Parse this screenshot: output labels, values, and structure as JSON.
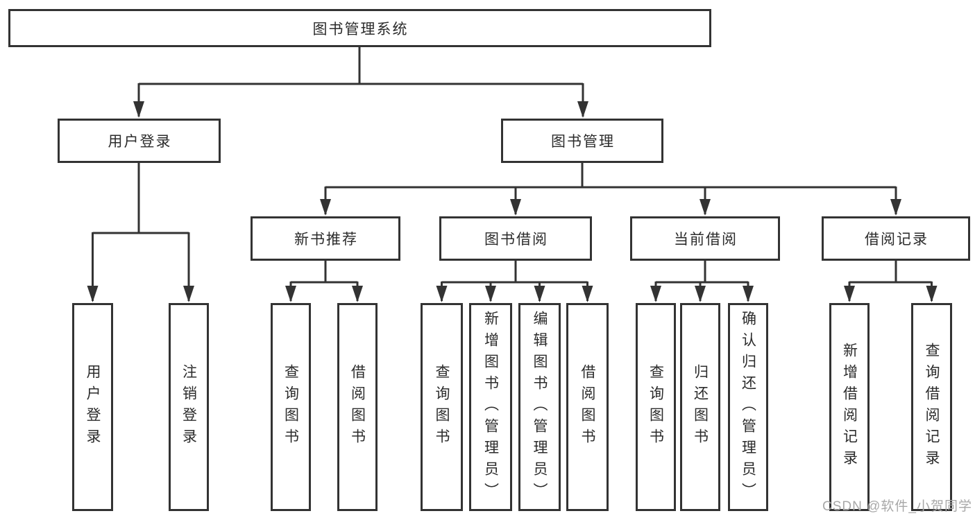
{
  "diagram": {
    "title": "图书管理系统",
    "watermark": "CSDN @软件_小贺同学",
    "colors": {
      "line": "#333333",
      "box_border": "#333333",
      "box_background": "#ffffff",
      "text": "#2b2b2b",
      "watermark": "#a8a8a8"
    },
    "tree": {
      "root": {
        "label": "图书管理系统",
        "children": [
          {
            "label": "用户登录",
            "children": [
              {
                "label": "用户登录"
              },
              {
                "label": "注销登录"
              }
            ]
          },
          {
            "label": "图书管理",
            "children": [
              {
                "label": "新书推荐",
                "children": [
                  {
                    "label": "查询图书"
                  },
                  {
                    "label": "借阅图书"
                  }
                ]
              },
              {
                "label": "图书借阅",
                "children": [
                  {
                    "label": "查询图书"
                  },
                  {
                    "label": "新增图书（管理员）"
                  },
                  {
                    "label": "编辑图书（管理员）"
                  },
                  {
                    "label": "借阅图书"
                  }
                ]
              },
              {
                "label": "当前借阅",
                "children": [
                  {
                    "label": "查询图书"
                  },
                  {
                    "label": "归还图书"
                  },
                  {
                    "label": "确认归还（管理员）"
                  }
                ]
              },
              {
                "label": "借阅记录",
                "children": [
                  {
                    "label": "新增借阅记录"
                  },
                  {
                    "label": "查询借阅记录"
                  }
                ]
              }
            ]
          }
        ]
      }
    }
  }
}
